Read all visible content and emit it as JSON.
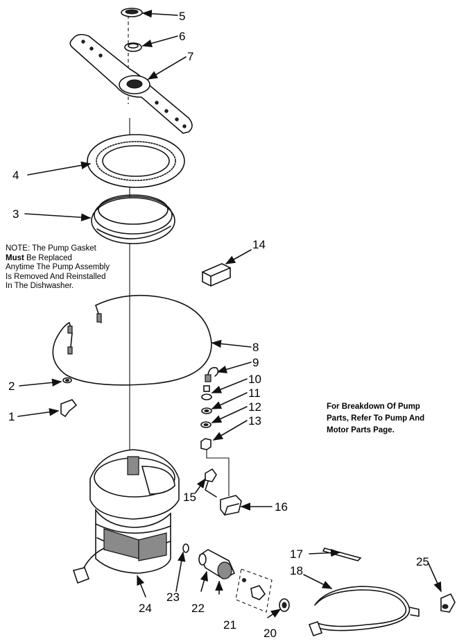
{
  "note": {
    "line1": "NOTE: The Pump Gasket",
    "line2_bold": "Must",
    "line2_rest": " Be Replaced",
    "line3": "Anytime The Pump Assembly",
    "line4": "Is Removed And Reinstalled",
    "line5": "In The Dishwasher."
  },
  "side_note": {
    "line1": "For Breakdown Of  Pump",
    "line2": "Parts, Refer To Pump And",
    "line3": "Motor Parts Page."
  },
  "callouts": {
    "c1": "1",
    "c2": "2",
    "c3": "3",
    "c4": "4",
    "c5": "5",
    "c6": "6",
    "c7": "7",
    "c8": "8",
    "c9": "9",
    "c10": "10",
    "c11": "11",
    "c12": "12",
    "c13": "13",
    "c14": "14",
    "c15": "15",
    "c16": "16",
    "c17": "17",
    "c18": "18",
    "c19": "",
    "c20": "20",
    "c21": "21",
    "c22": "22",
    "c23": "23",
    "c24": "24",
    "c25": "25"
  }
}
